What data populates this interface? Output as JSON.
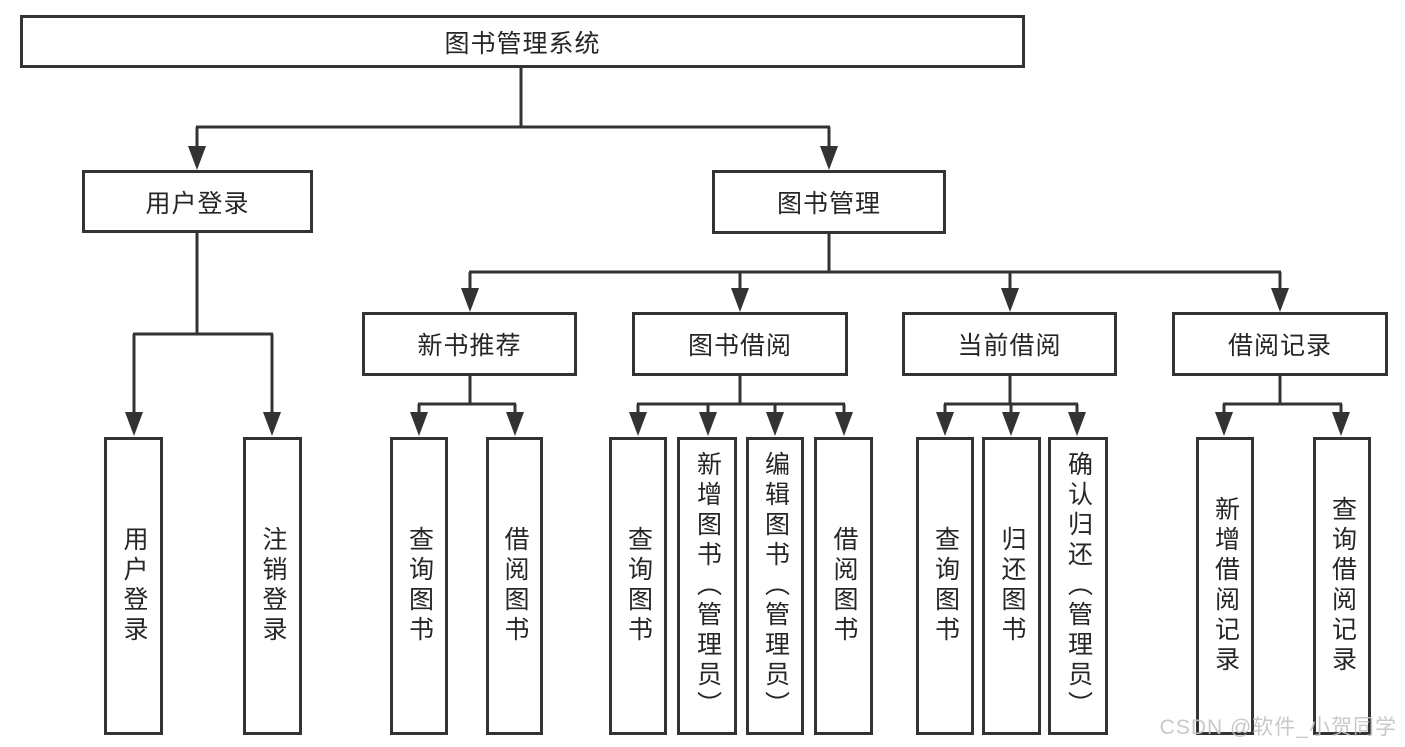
{
  "diagram": {
    "tree": {
      "label": "图书管理系统",
      "children": [
        {
          "label": "用户登录",
          "children": [
            {
              "label": "用户登录"
            },
            {
              "label": "注销登录"
            }
          ]
        },
        {
          "label": "图书管理",
          "children": [
            {
              "label": "新书推荐",
              "children": [
                {
                  "label": "查询图书"
                },
                {
                  "label": "借阅图书"
                }
              ]
            },
            {
              "label": "图书借阅",
              "children": [
                {
                  "label": "查询图书"
                },
                {
                  "label": "新增图书（管理员）"
                },
                {
                  "label": "编辑图书（管理员）"
                },
                {
                  "label": "借阅图书"
                }
              ]
            },
            {
              "label": "当前借阅",
              "children": [
                {
                  "label": "查询图书"
                },
                {
                  "label": "归还图书"
                },
                {
                  "label": "确认归还（管理员）"
                }
              ]
            },
            {
              "label": "借阅记录",
              "children": [
                {
                  "label": "新增借阅记录"
                },
                {
                  "label": "查询借阅记录"
                }
              ]
            }
          ]
        }
      ]
    },
    "colors": {
      "line": "#333333",
      "text": "#262626",
      "box_background": "#ffffff",
      "page_background": "#ffffff",
      "watermark": "#c5c5c5"
    }
  },
  "watermark": {
    "text": "CSDN @软件_小贺同学"
  }
}
